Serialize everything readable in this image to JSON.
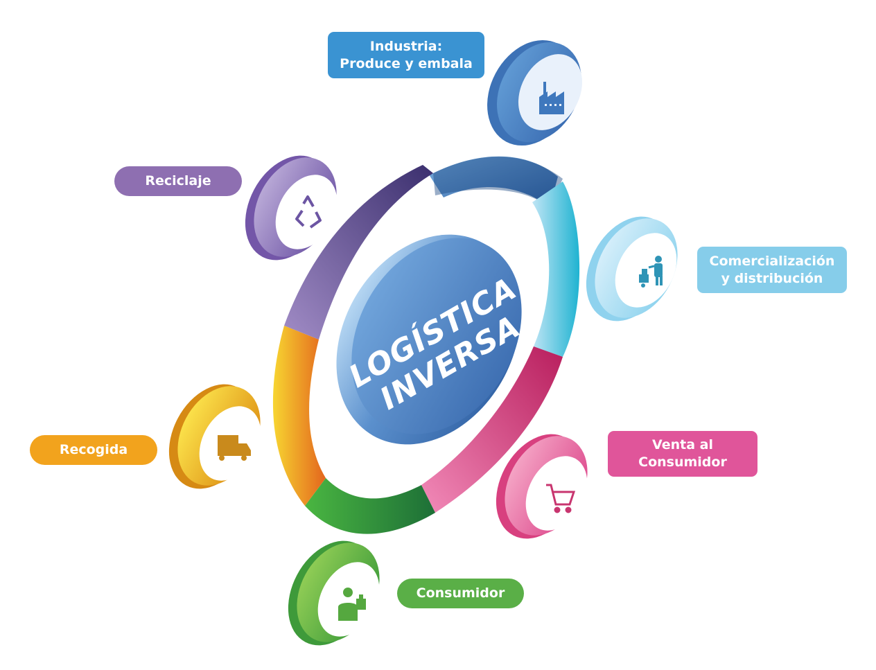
{
  "center": {
    "line1": "LOGÍSTICA",
    "line2": "INVERSA"
  },
  "stages": {
    "industria": {
      "line1": "Industria:",
      "line2": "Produce y embala",
      "color": "#3a93d2",
      "icon": "factory-icon"
    },
    "comercializacion": {
      "line1": "Comercialización",
      "line2": "y distribución",
      "color": "#86cdea",
      "icon": "hand-truck-worker-icon"
    },
    "venta": {
      "line1": "Venta al",
      "line2": "Consumidor",
      "color": "#e0559a",
      "icon": "shopping-cart-icon"
    },
    "consumidor": {
      "line1": "Consumidor",
      "color": "#5aaf47",
      "icon": "person-with-bags-icon"
    },
    "recogida": {
      "line1": "Recogida",
      "color": "#f2a31d",
      "icon": "truck-icon"
    },
    "reciclaje": {
      "line1": "Reciclaje",
      "color": "#8e6fb1",
      "icon": "recycle-icon"
    }
  }
}
